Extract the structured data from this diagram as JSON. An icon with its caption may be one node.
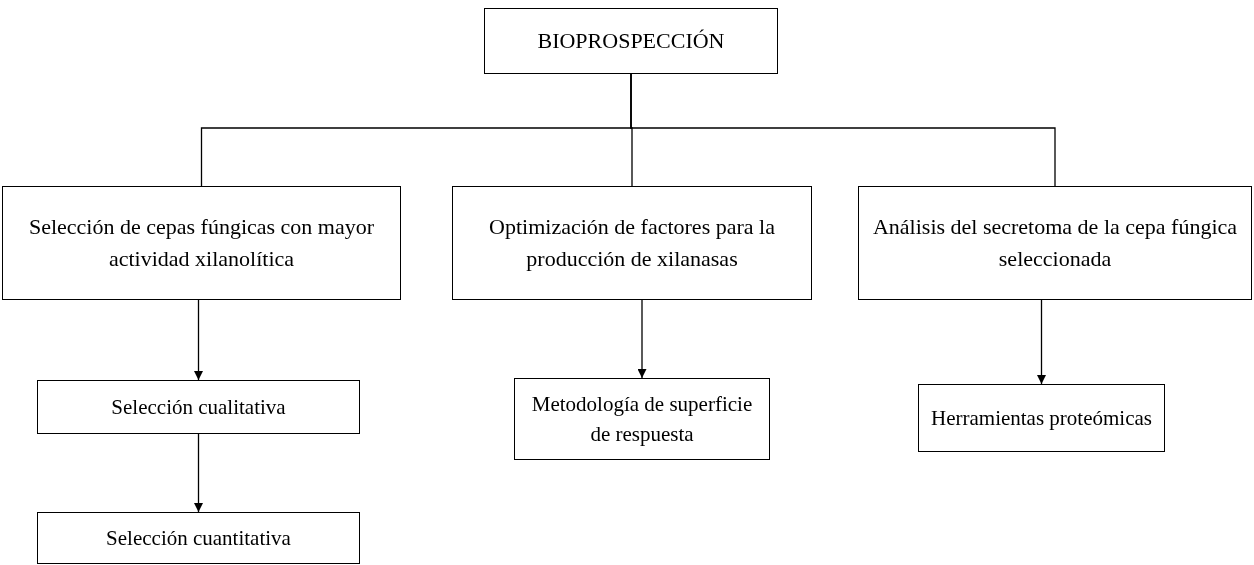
{
  "diagram": {
    "nodes": [
      {
        "text": [
          "BIOPROSPECCIÓN"
        ]
      },
      {
        "text": [
          "Selección de cepas fúngicas con mayor actividad xilanolítica"
        ]
      },
      {
        "text": [
          "Optimización de factores para la producción de xilanasas"
        ]
      },
      {
        "text": [
          "Análisis del secretoma de la cepa fúngica seleccionada"
        ]
      },
      {
        "text": [
          "Selección cualitativa"
        ]
      },
      {
        "text": [
          "Selección cuantitativa"
        ]
      },
      {
        "text": [
          "Metodología de superficie de respuesta"
        ]
      },
      {
        "text": [
          "Herramientas proteómicas"
        ]
      }
    ],
    "edges": [
      {
        "from": 0,
        "to": 1,
        "arrow": "none"
      },
      {
        "from": 0,
        "to": 2,
        "arrow": "none"
      },
      {
        "from": 0,
        "to": 3,
        "arrow": "none"
      },
      {
        "from": 1,
        "to": 4,
        "arrow": "to"
      },
      {
        "from": 4,
        "to": 5,
        "arrow": "to"
      },
      {
        "from": 2,
        "to": 6,
        "arrow": "to"
      },
      {
        "from": 3,
        "to": 7,
        "arrow": "to"
      }
    ]
  }
}
